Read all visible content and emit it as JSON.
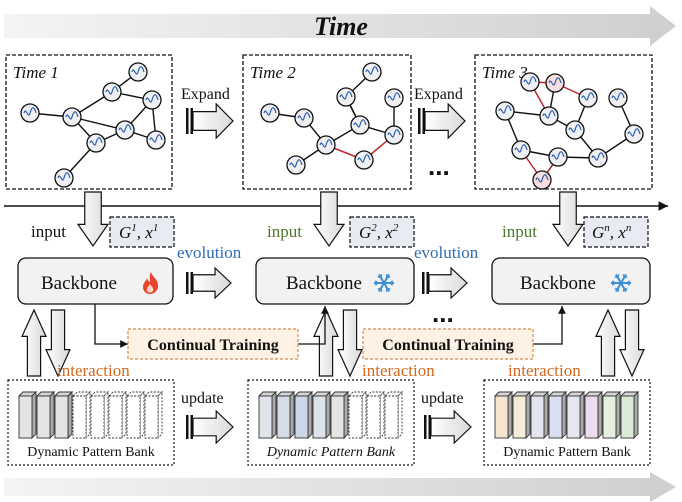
{
  "title": "Time",
  "snapshots": [
    {
      "label": "Time 1"
    },
    {
      "label": "Time 2"
    },
    {
      "label": "Time 3"
    }
  ],
  "expand_label": "Expand",
  "ellipsis": "...",
  "input_label": "input",
  "graph_inputs": [
    {
      "main": "G",
      "sup1": "1",
      "sep": ", x",
      "sup2": "1"
    },
    {
      "main": "G",
      "sup1": "2",
      "sep": ", x",
      "sup2": "2"
    },
    {
      "main": "G",
      "sup1": "n",
      "sep": ", x",
      "sup2": "n"
    }
  ],
  "backbone_label": "Backbone",
  "evolution_label": "evolution",
  "continual_training_label": "Continual Training",
  "interaction_label": "interaction",
  "update_label": "update",
  "bank_label": "Dynamic Pattern Bank",
  "bank_label_italic_part": "Dynamic Pattern",
  "bank_label_suffix": "Bank",
  "colors": {
    "evolution": "#2f6fb3",
    "interaction": "#d2691e",
    "input_green": "#4a7a2a",
    "new_edge": "#c0272d",
    "flame": "#e8452c",
    "snow": "#3d8fd6",
    "training_bg": "#fdf2e4",
    "training_border": "#d08a4a"
  }
}
